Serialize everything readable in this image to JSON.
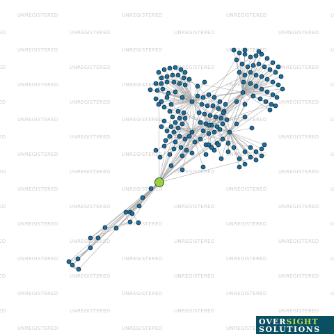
{
  "watermark": {
    "text": "UNREGISTERED",
    "color": "#cfcfcf"
  },
  "logo": {
    "word1": "OVER",
    "word2": "SIGHT",
    "word3": "SOLUTIONS",
    "bg_color": "#0b4f63",
    "accent_color": "#b8e04a"
  },
  "graph": {
    "focus_node_color": "#9ad23c",
    "node_color": "#1f6d9a",
    "edge_color": "#a8a8a8"
  }
}
